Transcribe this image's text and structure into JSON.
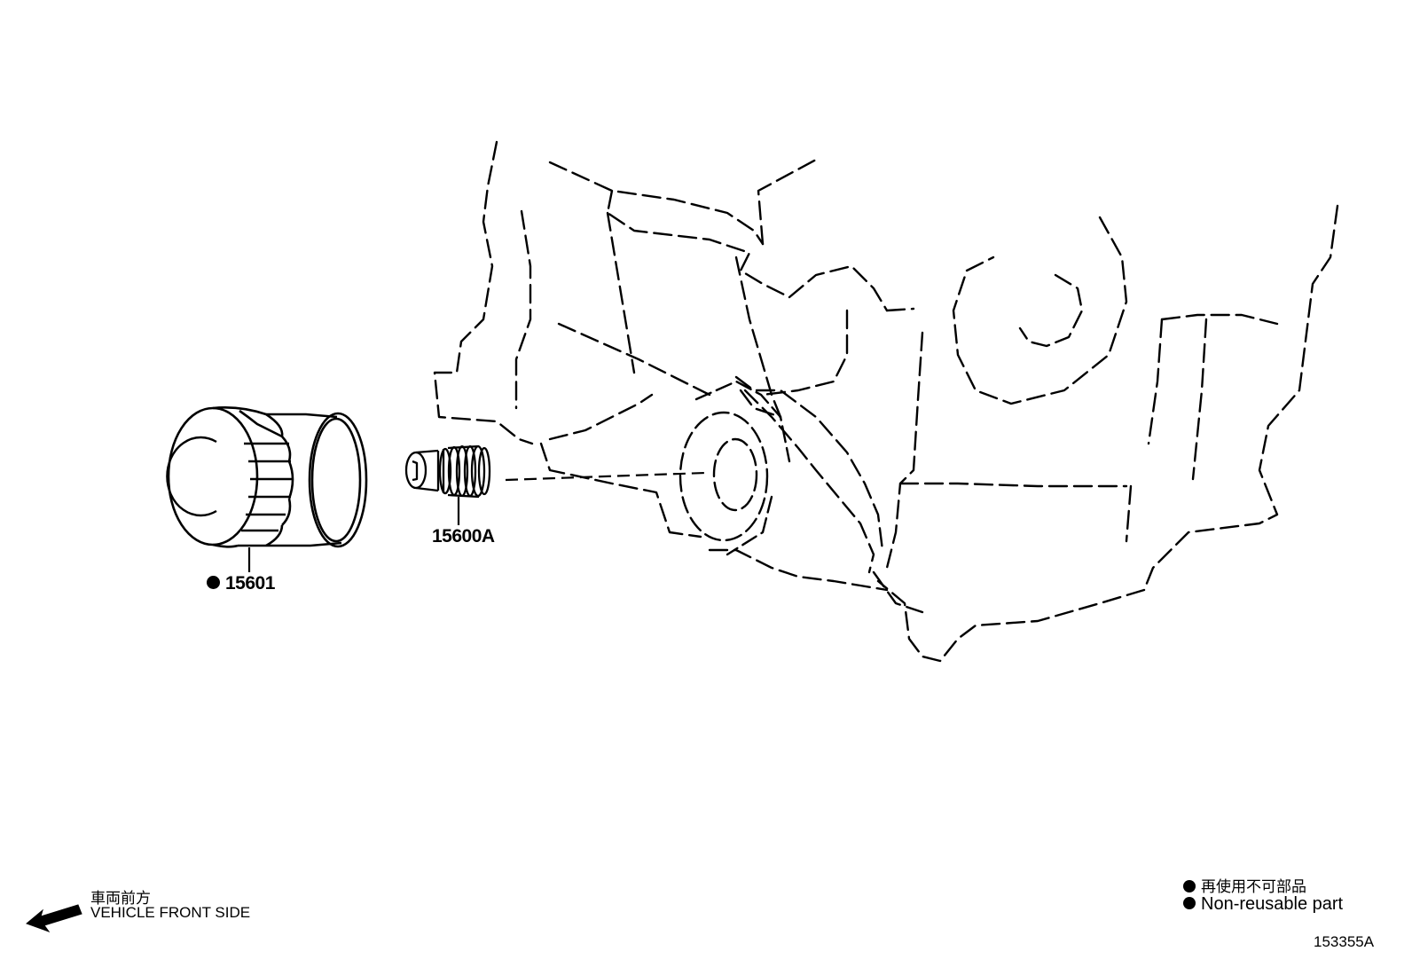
{
  "parts": [
    {
      "id": "filter",
      "number": "15601",
      "non_reusable": true
    },
    {
      "id": "union",
      "number": "15600A",
      "non_reusable": false
    }
  ],
  "orientation": {
    "label_jp": "車両前方",
    "label_en": "VEHICLE FRONT SIDE",
    "icon": "arrow-left-icon"
  },
  "legend": {
    "jp": "再使用不可部品",
    "en": "Non-reusable part",
    "marker_icon": "filled-circle-icon"
  },
  "illustration_id": "153355A"
}
